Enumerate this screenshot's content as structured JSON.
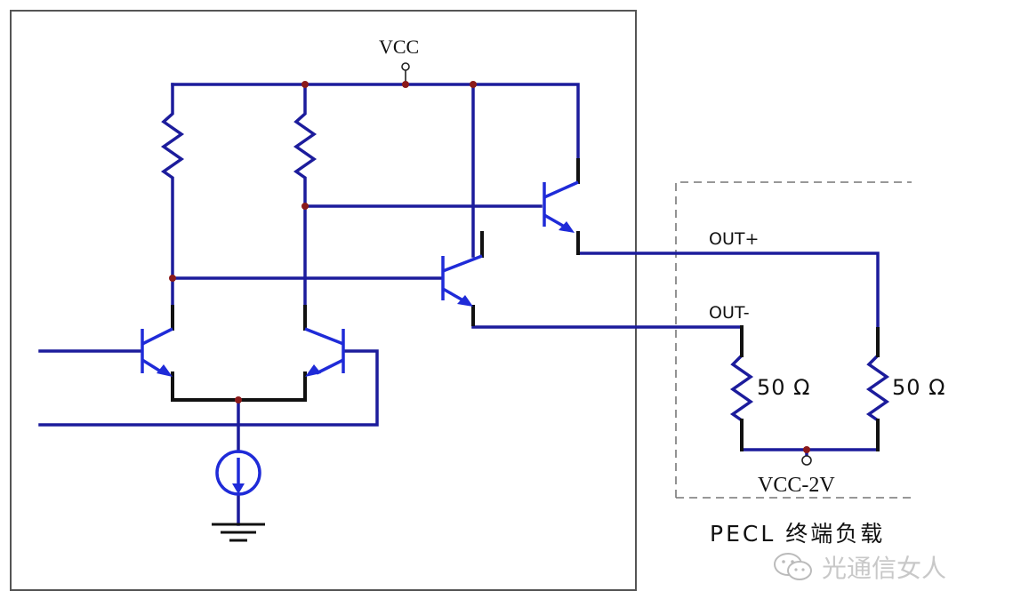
{
  "diagram": {
    "labels": {
      "vcc": "VCC",
      "out_plus": "OUT+",
      "out_minus": "OUT-",
      "r_left": "50 Ω",
      "r_right": "50 Ω",
      "vcc_minus_2v": "VCC-2V",
      "load_caption": "PECL 终端负载"
    },
    "colors": {
      "wire": "#1c1c9c",
      "transistor": "#1f2bd8",
      "junction": "#8b1a1a",
      "frame": "#555555",
      "dashed_box": "#777777"
    }
  },
  "watermark": {
    "icon": "wechat-icon",
    "text": "光通信女人"
  }
}
